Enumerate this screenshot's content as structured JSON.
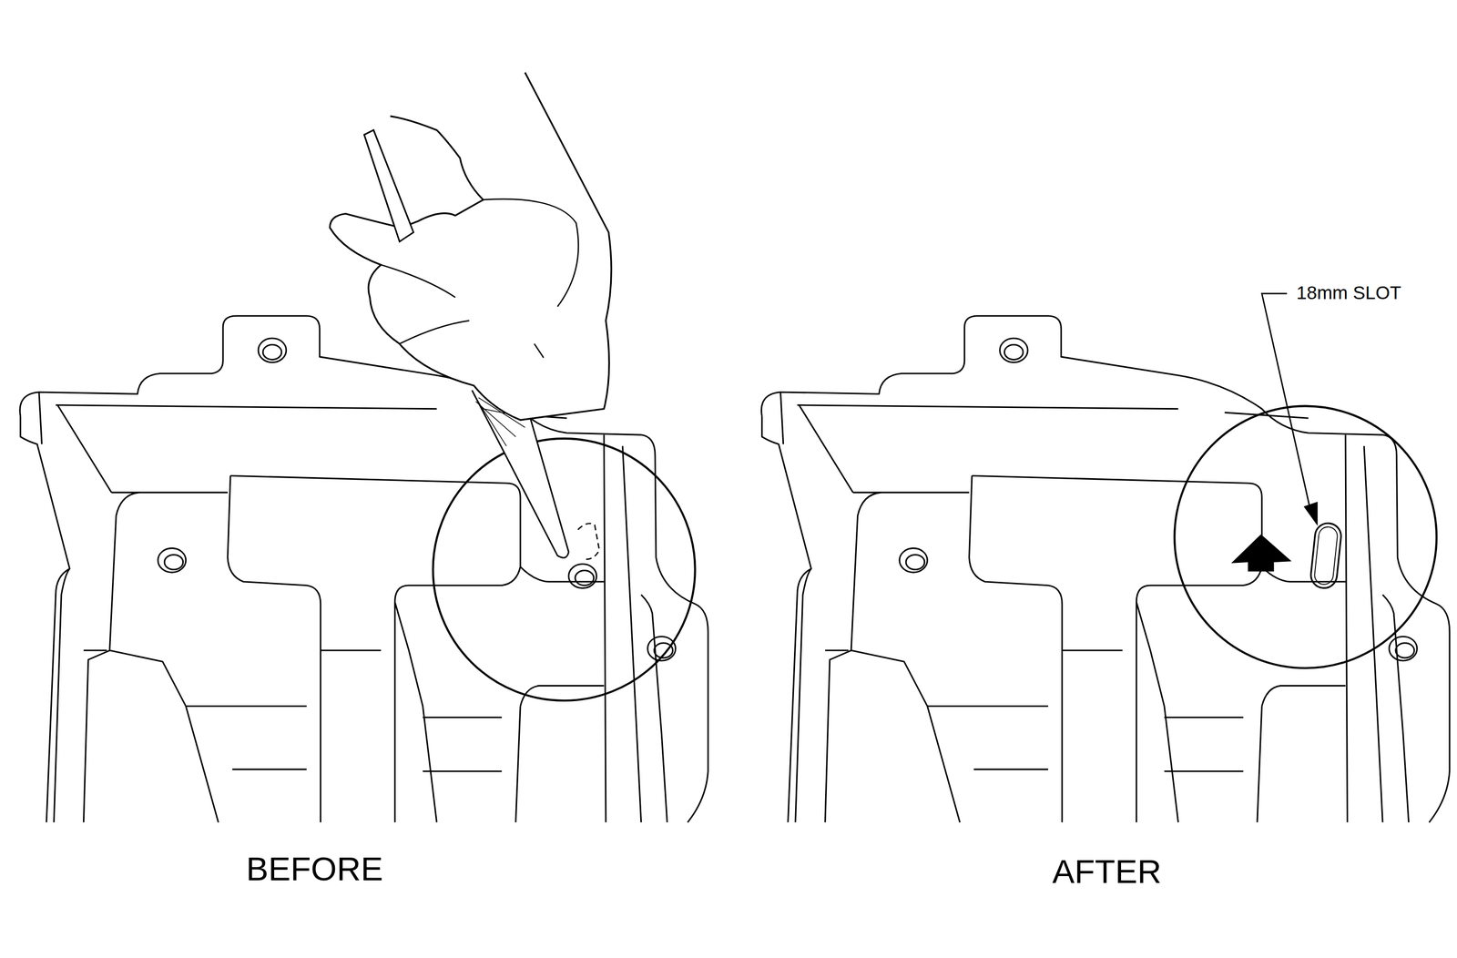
{
  "diagram": {
    "labels": [
      "BEFORE",
      "AFTER",
      "18mm SLOT"
    ]
  }
}
